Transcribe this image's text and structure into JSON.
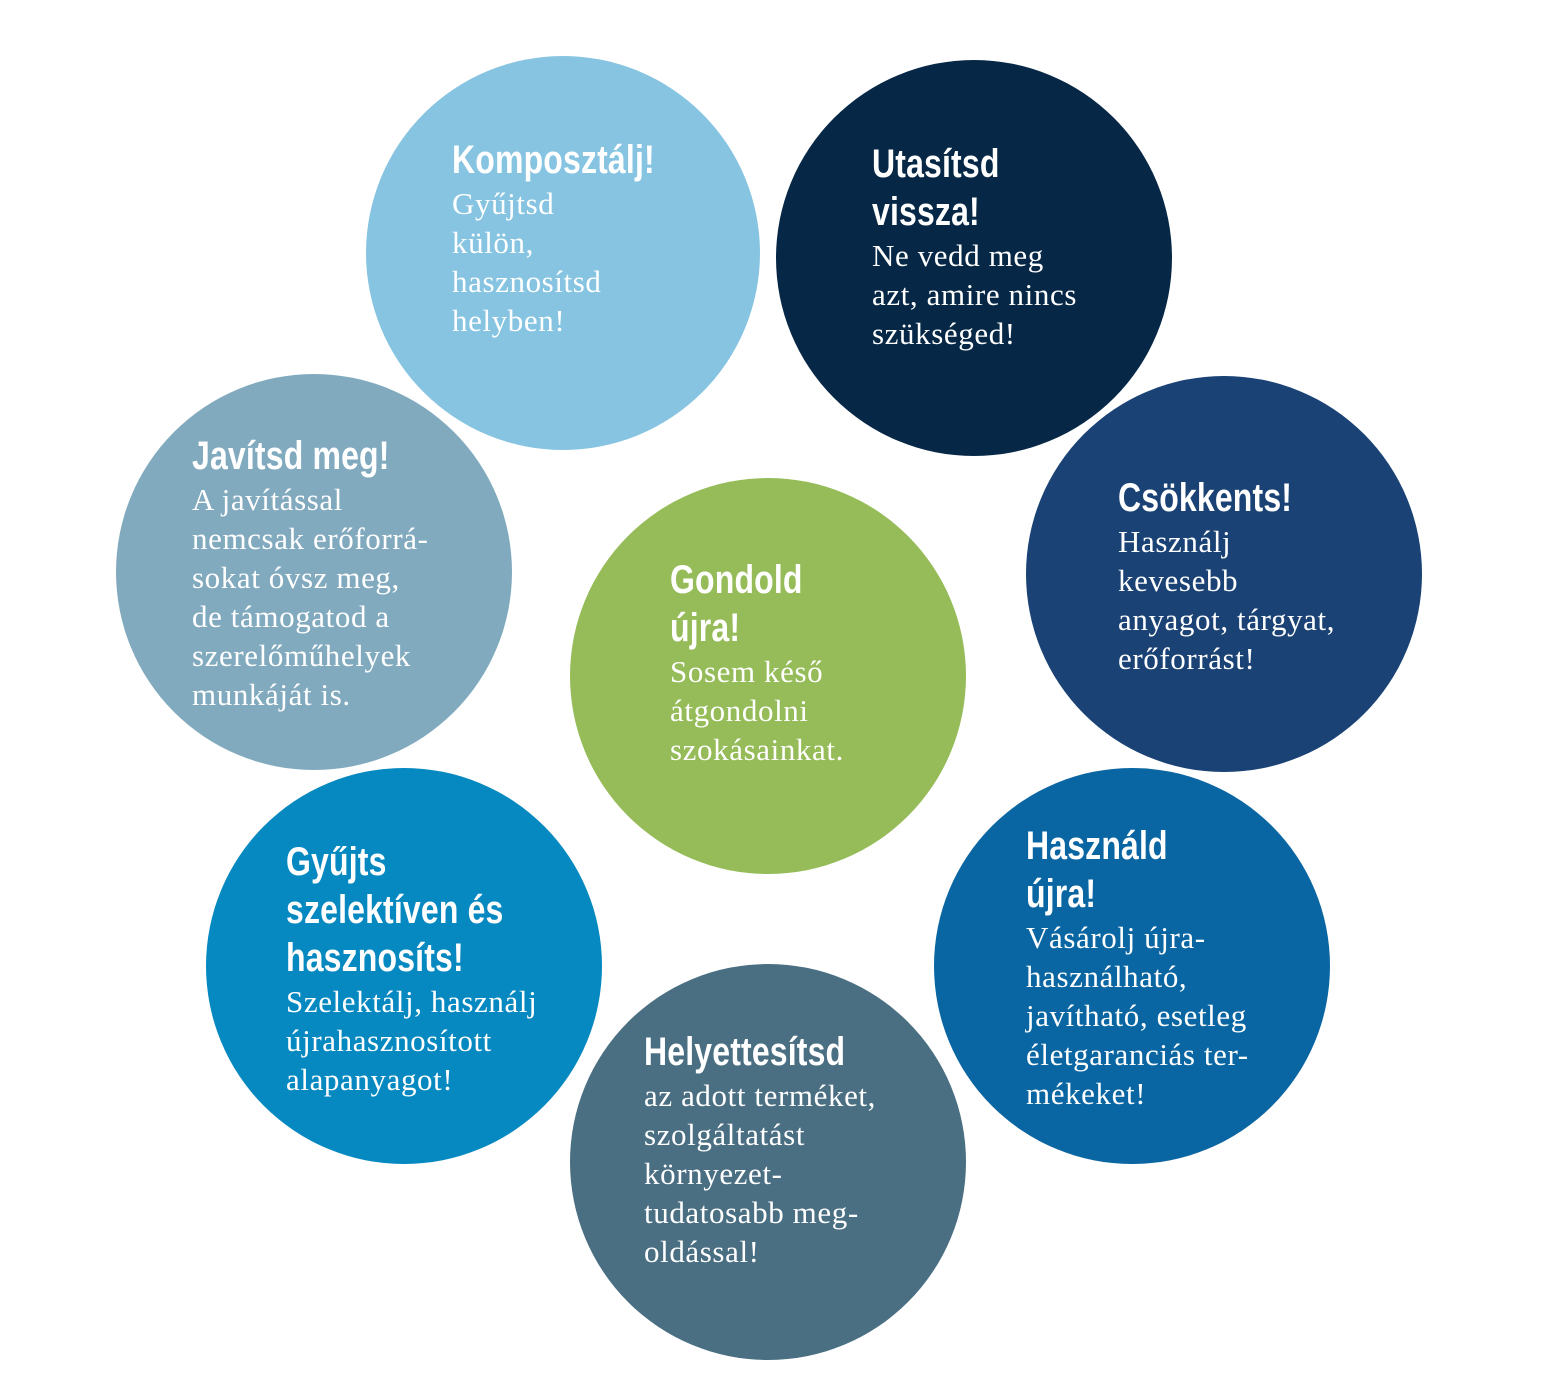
{
  "circles": {
    "komposztalj": {
      "color": "#86c4e2",
      "title": [
        "Komposztálj!"
      ],
      "body": [
        "Gyűjtsd",
        "külön,",
        "hasznosítsd",
        "helyben!"
      ]
    },
    "utasitsd": {
      "color": "#062846",
      "title": [
        "Utasítsd",
        "vissza!"
      ],
      "body": [
        "Ne vedd meg",
        "azt, amire nincs",
        "szükséged!"
      ]
    },
    "javitsd": {
      "color": "#82aabf",
      "title": [
        "Javítsd meg!"
      ],
      "body": [
        "A javítással",
        "nemcsak erőforrá-",
        "sokat óvsz meg,",
        "de támogatod a",
        "szerelőműhelyek",
        "munkáját is."
      ]
    },
    "csokkents": {
      "color": "#1a4274",
      "title": [
        "Csökkents!"
      ],
      "body": [
        "Használj",
        "kevesebb",
        "anyagot, tárgyat,",
        "erőforrást!"
      ]
    },
    "gondold": {
      "color": "#95bc58",
      "title": [
        "Gondold",
        "újra!"
      ],
      "body": [
        "Sosem késő",
        "átgondolni",
        "szokásainkat."
      ]
    },
    "gyujts": {
      "color": "#0688c0",
      "title": [
        "Gyűjts",
        "szelektíven és",
        "hasznosíts!"
      ],
      "body": [
        "Szelektálj, használj",
        "újrahasznosított",
        "alapanyagot!"
      ]
    },
    "hasznald": {
      "color": "#0a66a2",
      "title": [
        "Használd",
        "újra!"
      ],
      "body": [
        "Vásárolj újra-",
        "használható,",
        "javítható, esetleg",
        "életgaranciás ter-",
        "mékeket!"
      ]
    },
    "helyettesitsd": {
      "color": "#4a6e82",
      "title": [
        "Helyettesítsd"
      ],
      "body": [
        "az adott terméket,",
        "szolgáltatást",
        "környezet-",
        "tudatosabb meg-",
        "oldással!"
      ]
    }
  }
}
